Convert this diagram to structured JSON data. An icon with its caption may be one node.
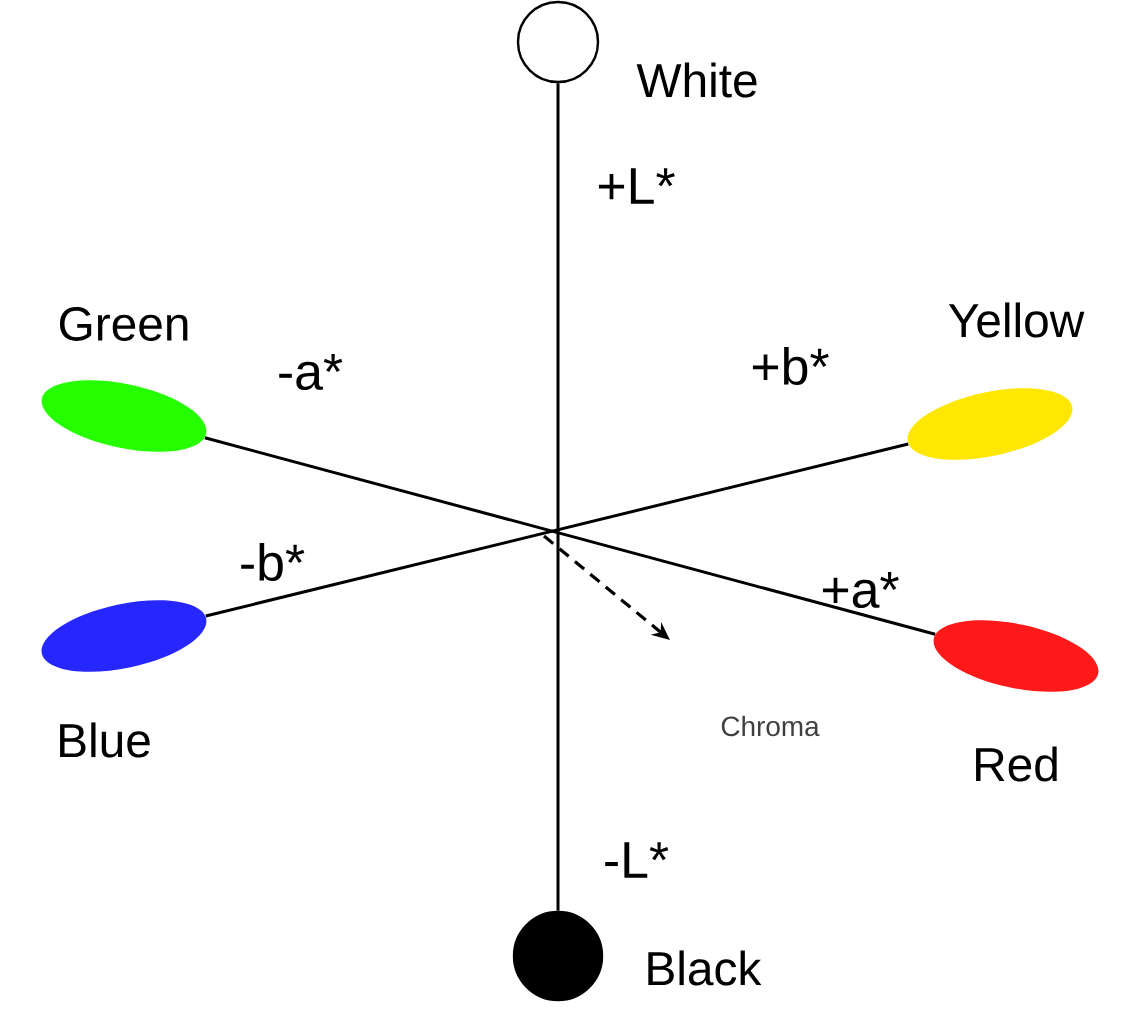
{
  "diagram": {
    "nodes": [
      {
        "text": [],
        "shape": "circle",
        "beside": [
          "White"
        ]
      },
      {
        "text": [],
        "shape": "ellipse",
        "beside": [
          "Green"
        ]
      },
      {
        "text": [],
        "shape": "ellipse",
        "beside": [
          "Yellow"
        ]
      },
      {
        "text": [],
        "shape": "ellipse",
        "beside": [
          "Blue"
        ]
      },
      {
        "text": [],
        "shape": "ellipse",
        "beside": [
          "Red"
        ]
      },
      {
        "text": [],
        "shape": "circle",
        "beside": [
          "Black"
        ]
      }
    ],
    "edges": [
      {
        "from": 0,
        "to": 5,
        "arrow": "none"
      },
      {
        "from": 1,
        "to": 4,
        "arrow": "none"
      },
      {
        "from": 3,
        "to": 2,
        "arrow": "none"
      }
    ],
    "labels": [
      "+L*",
      "-a*",
      "+b*",
      "-b*",
      "+a*",
      "Chroma",
      "-L*"
    ]
  }
}
